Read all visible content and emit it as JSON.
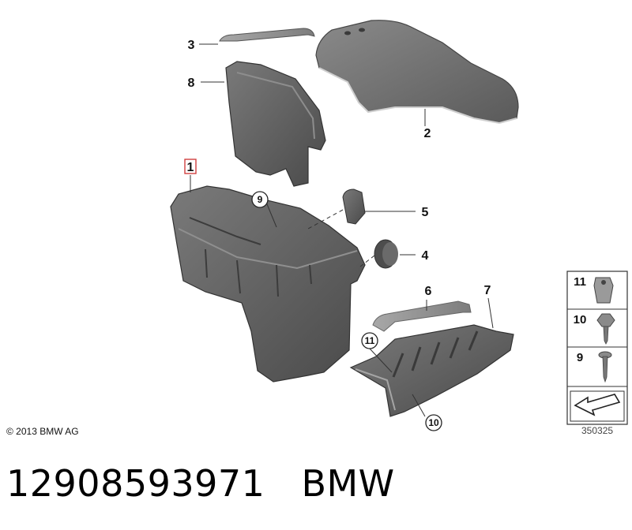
{
  "diagram": {
    "callouts": [
      "1",
      "2",
      "3",
      "4",
      "5",
      "6",
      "7",
      "8"
    ],
    "circled_callouts": [
      "9",
      "10",
      "11"
    ]
  },
  "legend": {
    "items": [
      {
        "number": "11",
        "icon": "clip-nut-icon"
      },
      {
        "number": "10",
        "icon": "hex-flange-screw-icon"
      },
      {
        "number": "9",
        "icon": "screw-icon"
      }
    ],
    "arrow_icon": "arrow-icon"
  },
  "footer": {
    "copyright": "© 2013 BMW AG",
    "reference": "350325",
    "part_number": "12908593971",
    "brand": "BMW"
  },
  "colors": {
    "part_fill": "#5c5c5c",
    "part_light": "#8a8a8a",
    "cover_fill": "#6e6e6e",
    "highlight_box": "#d04040"
  }
}
